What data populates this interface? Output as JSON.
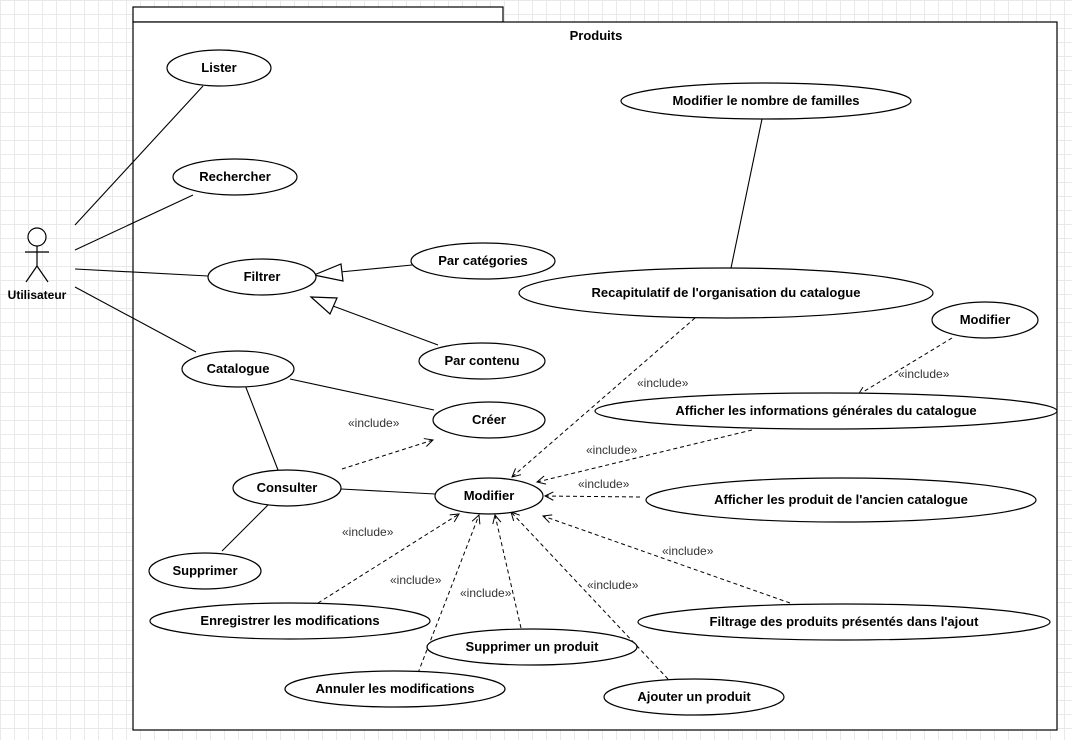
{
  "system": {
    "title": "Produits"
  },
  "actor": {
    "label": "Utilisateur"
  },
  "use_cases": {
    "lister": "Lister",
    "rechercher": "Rechercher",
    "filtrer": "Filtrer",
    "par_categories": "Par catégories",
    "par_contenu": "Par contenu",
    "catalogue": "Catalogue",
    "creer": "Créer",
    "consulter": "Consulter",
    "supprimer": "Supprimer",
    "modifier_main": "Modifier",
    "modifier_familles": "Modifier le nombre de familles",
    "recapitulatif": "Recapitulatif de l'organisation du catalogue",
    "modifier_small": "Modifier",
    "afficher_infos": "Afficher les informations générales du catalogue",
    "afficher_produits": "Afficher les produit de l'ancien catalogue",
    "filtrage": "Filtrage des produits présentés dans l'ajout",
    "enregistrer": "Enregistrer les modifications",
    "supprimer_produit": "Supprimer un produit",
    "annuler": "Annuler les modifications",
    "ajouter_produit": "Ajouter un produit"
  },
  "relations": {
    "include_label": "«include»"
  }
}
